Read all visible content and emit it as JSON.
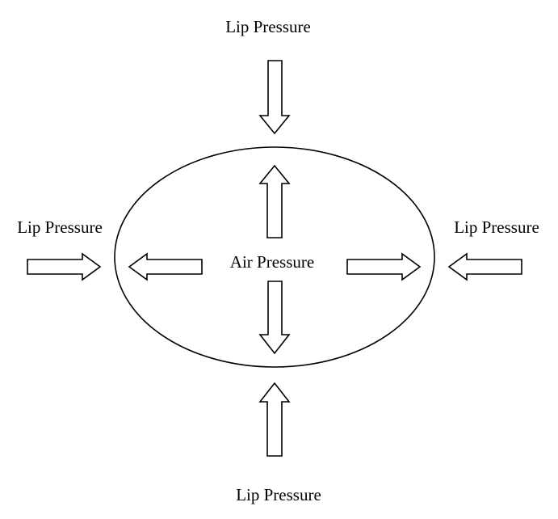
{
  "diagram": {
    "center_label": "Air Pressure",
    "labels": {
      "top": "Lip Pressure",
      "bottom": "Lip Pressure",
      "left": "Lip Pressure",
      "right": "Lip Pressure"
    },
    "stroke_color": "#000000",
    "background_color": "#ffffff"
  }
}
